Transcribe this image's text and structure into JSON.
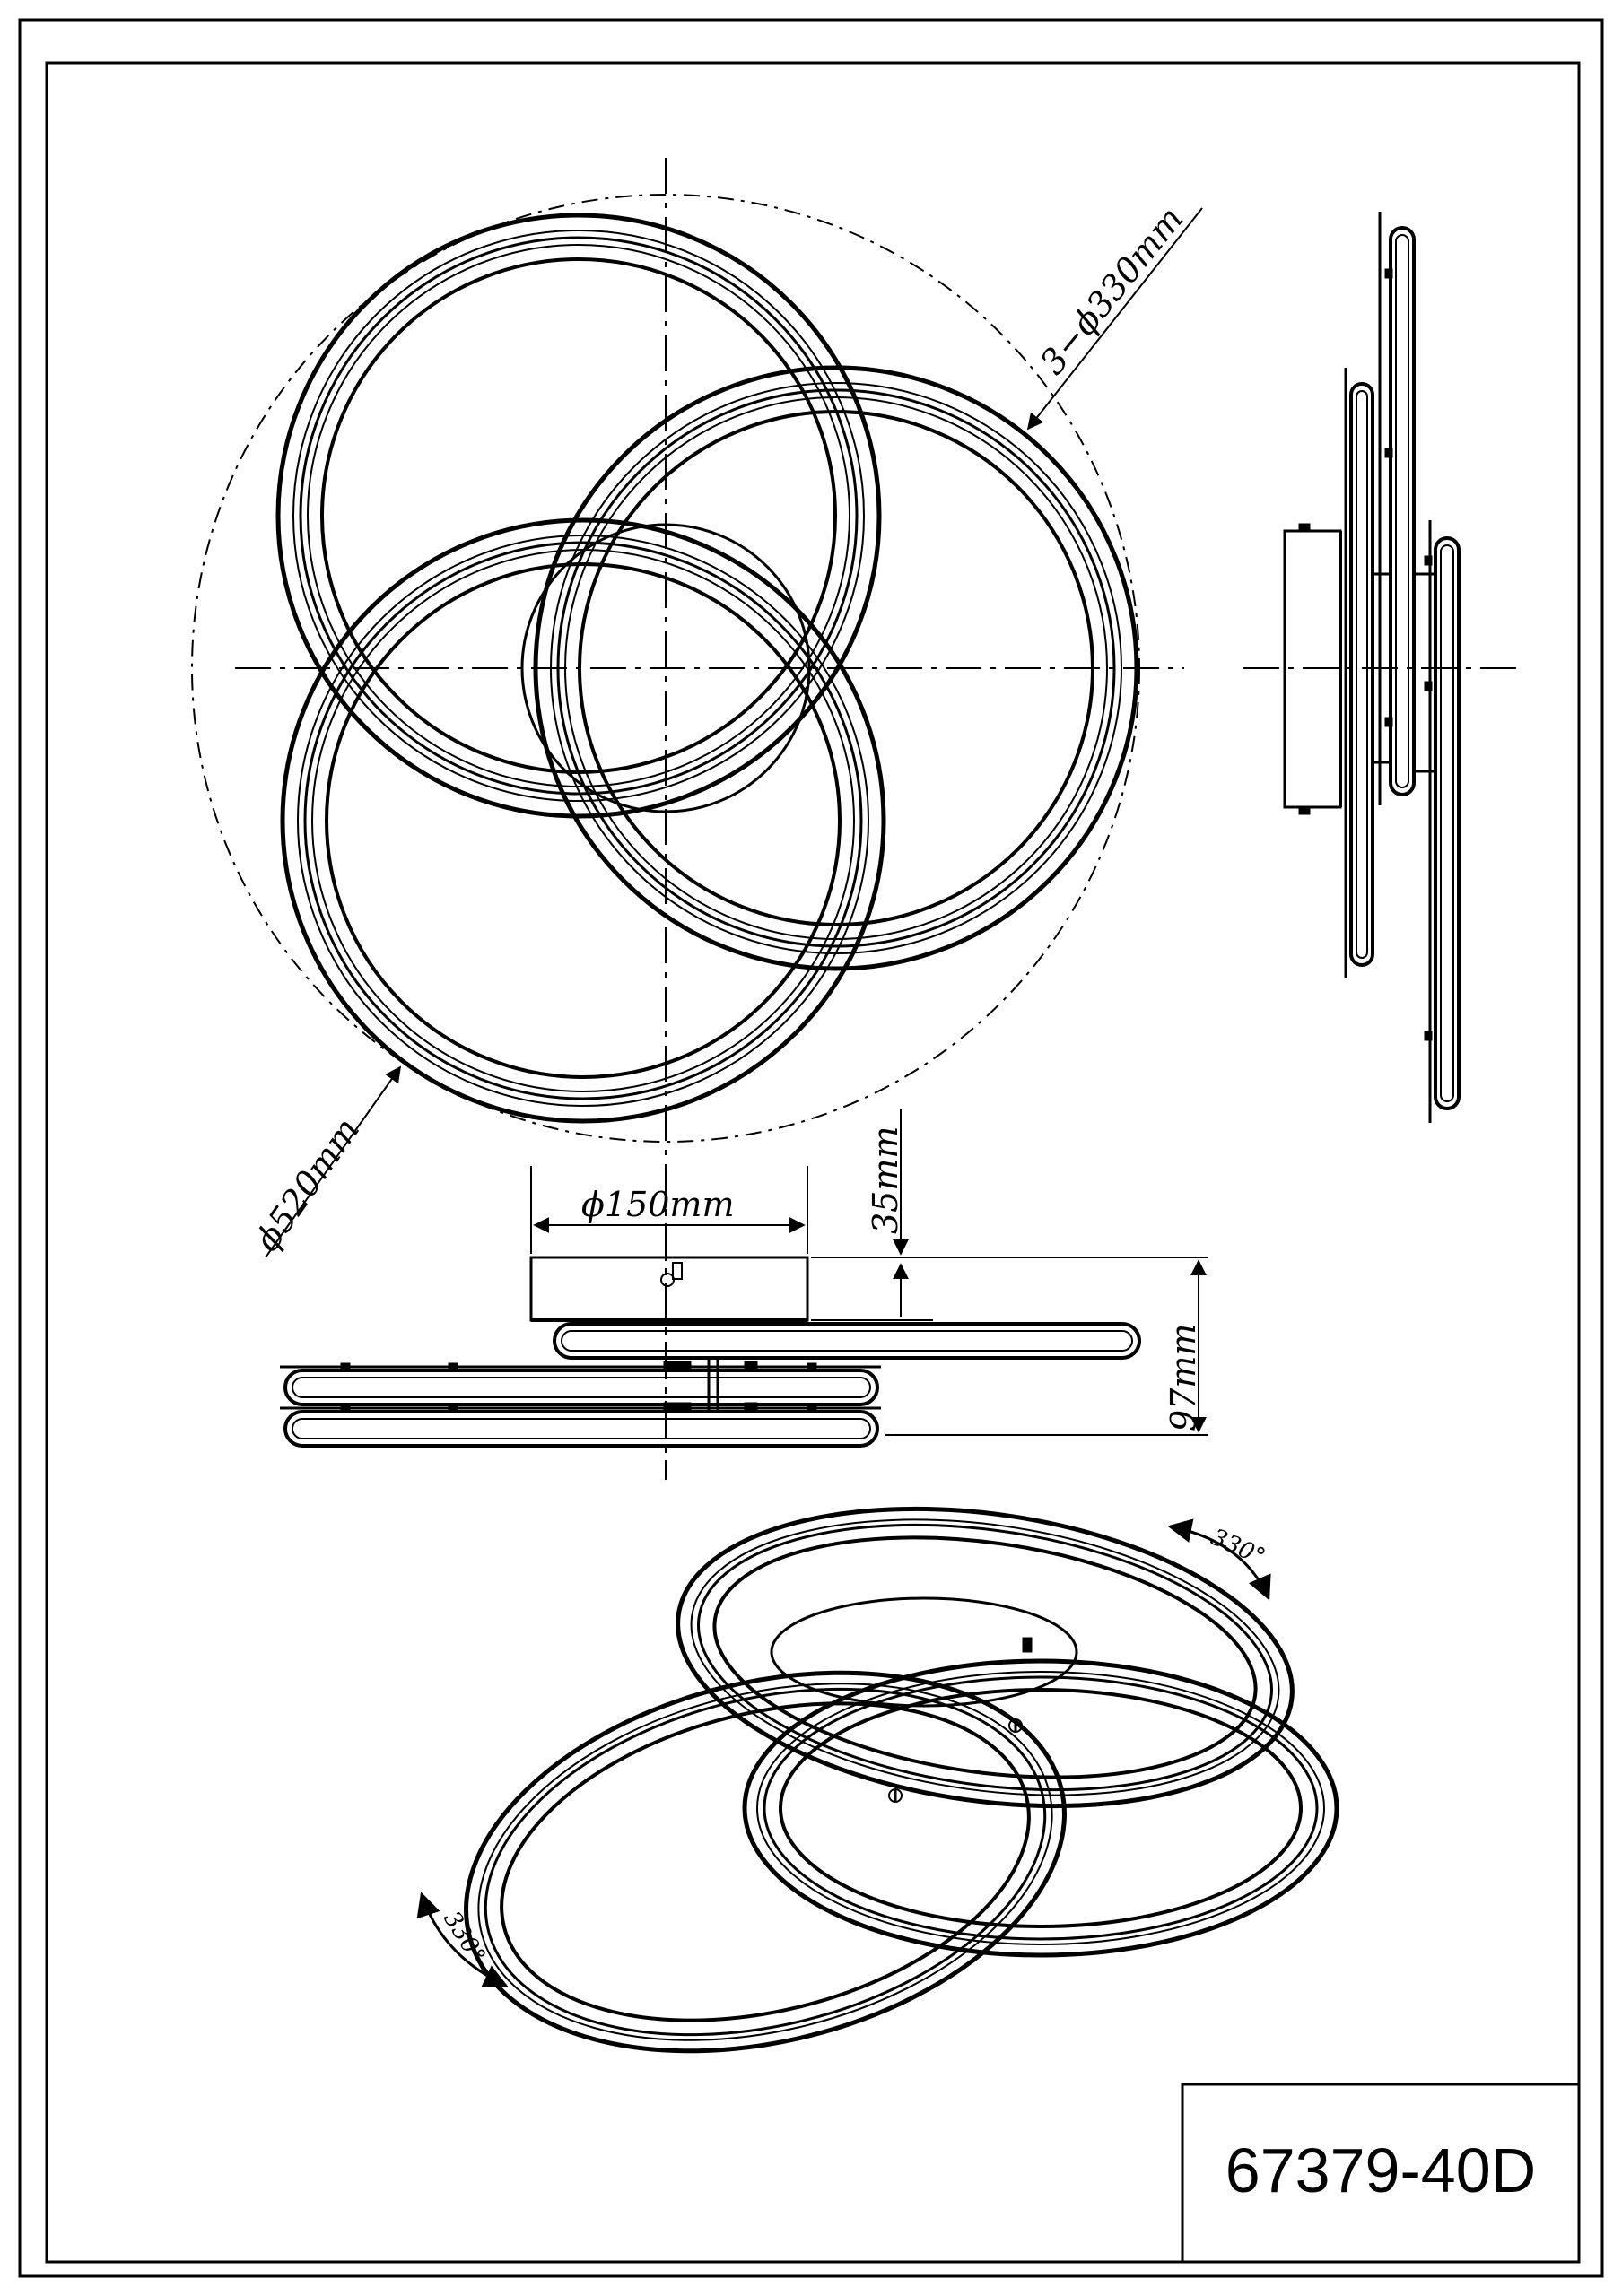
{
  "model_number": "67379-40D",
  "dimensions": {
    "ring_diameter": "3−ϕ330mm",
    "overall_diameter": "ϕ520mm",
    "canopy_diameter": "ϕ150mm",
    "canopy_height": "35mm",
    "total_height": "97mm"
  },
  "rotation": {
    "top_right": "330°",
    "bottom_left": "330°"
  },
  "colors": {
    "line": "#000000",
    "background": "#ffffff"
  }
}
